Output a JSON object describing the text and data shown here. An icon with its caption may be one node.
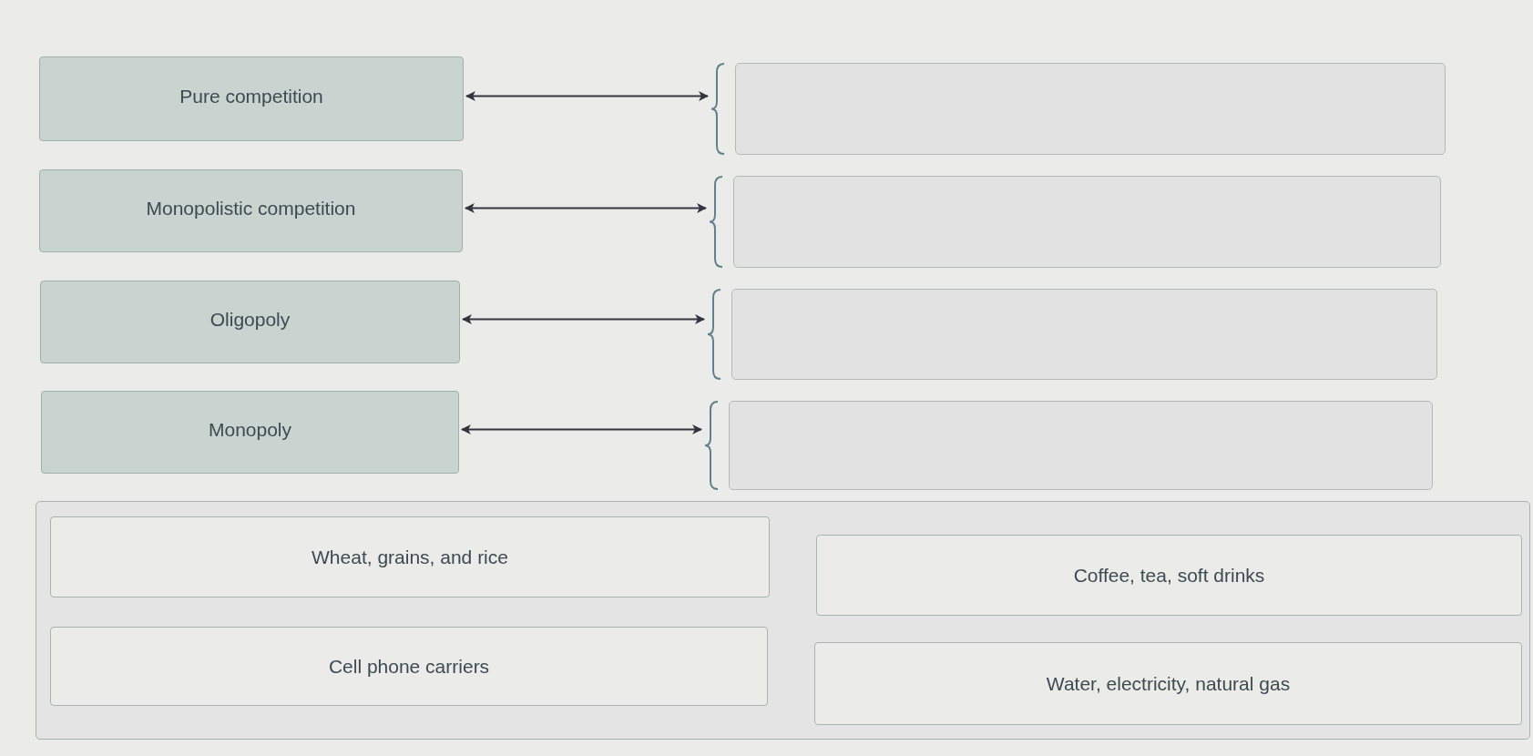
{
  "diagram": {
    "nodes": [
      {
        "text": [
          "Pure competition"
        ]
      },
      {
        "text": [
          "Monopolistic competition"
        ]
      },
      {
        "text": [
          "Oligopoly"
        ]
      },
      {
        "text": [
          "Monopoly"
        ]
      },
      {
        "text": [],
        "shape": "box"
      },
      {
        "text": [],
        "shape": "box"
      },
      {
        "text": [],
        "shape": "box"
      },
      {
        "text": [],
        "shape": "box"
      },
      {
        "text": [],
        "shape": "box"
      },
      {
        "text": [
          "Wheat, grains, and rice"
        ],
        "in": 8
      },
      {
        "text": [
          "Cell phone carriers"
        ],
        "in": 8
      },
      {
        "text": [
          "Coffee, tea, soft drinks"
        ],
        "in": 8
      },
      {
        "text": [
          "Water, electricity, natural gas"
        ],
        "in": 8
      }
    ],
    "edges": [
      {
        "from": 0,
        "to": 4,
        "arrow": "both"
      },
      {
        "from": 1,
        "to": 5,
        "arrow": "both"
      },
      {
        "from": 2,
        "to": 6,
        "arrow": "both"
      },
      {
        "from": 3,
        "to": 7,
        "arrow": "both"
      }
    ]
  }
}
